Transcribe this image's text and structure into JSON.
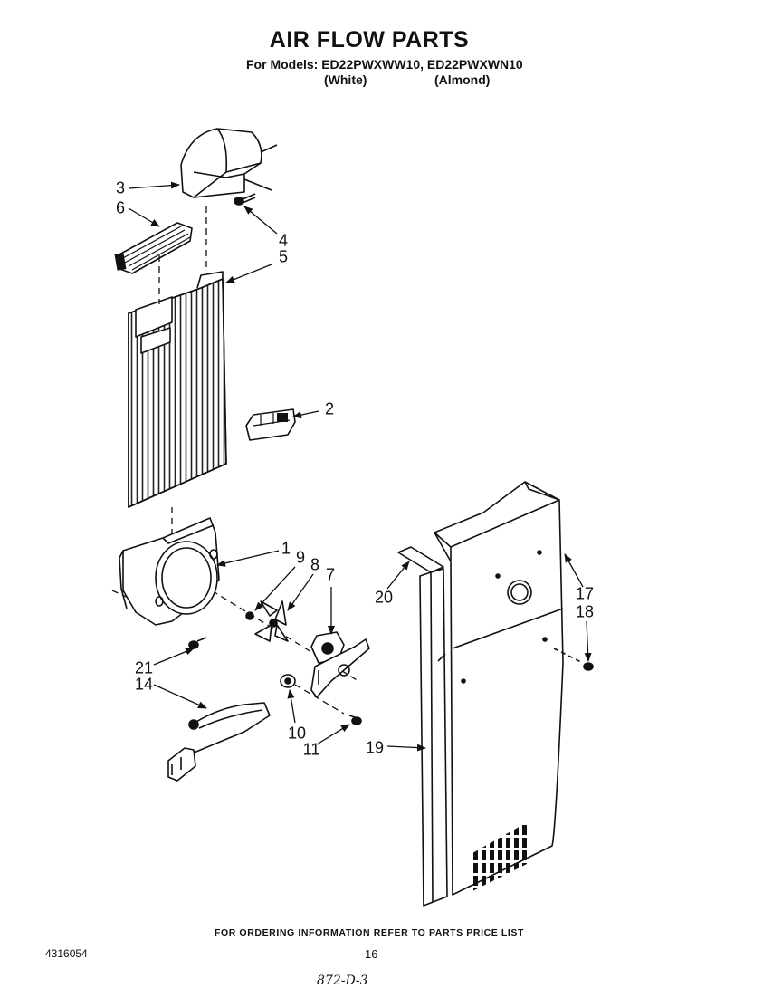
{
  "header": {
    "title": "AIR FLOW PARTS",
    "models": "For Models: ED22PWXWW10, ED22PWXWN10",
    "color_white": "(White)",
    "color_almond": "(Almond)"
  },
  "callouts": {
    "c1": "1",
    "c2": "2",
    "c3": "3",
    "c4": "4",
    "c5": "5",
    "c6": "6",
    "c7": "7",
    "c8": "8",
    "c9": "9",
    "c10": "10",
    "c11": "11",
    "c14": "14",
    "c17": "17",
    "c18": "18",
    "c19": "19",
    "c20": "20",
    "c21": "21"
  },
  "footer": {
    "note": "FOR ORDERING INFORMATION REFER TO PARTS PRICE LIST",
    "doc_number": "4316054",
    "page_number": "16",
    "handwritten": "872-D-3"
  }
}
